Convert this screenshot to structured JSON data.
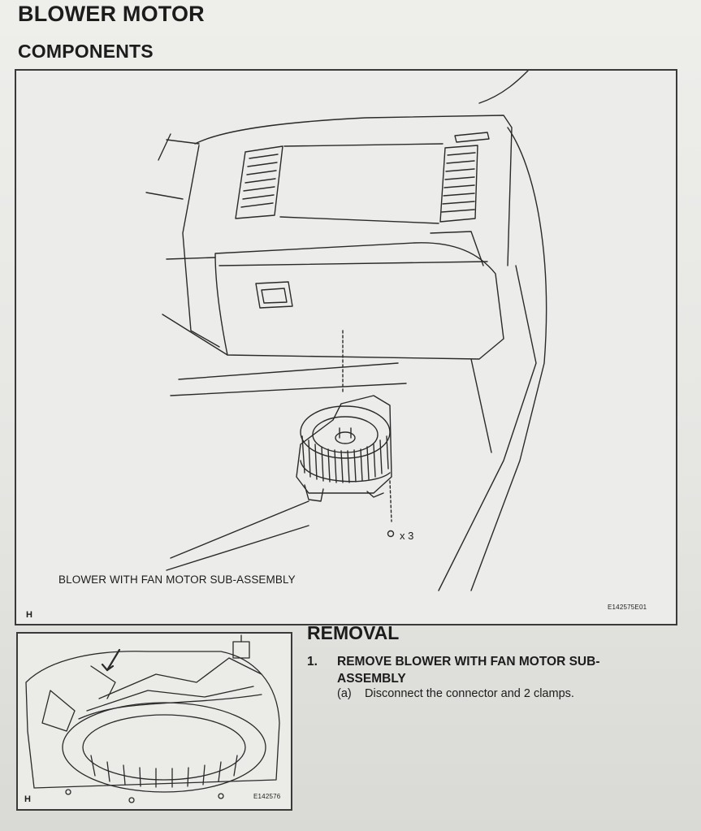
{
  "document": {
    "title": "BLOWER MOTOR",
    "section": "COMPONENTS"
  },
  "components_figure": {
    "part_label": "BLOWER WITH FAN MOTOR SUB-ASSEMBLY",
    "screw_count": "x 3",
    "corner_letter": "H",
    "figure_code": "E142575E01"
  },
  "removal_figure": {
    "corner_letter": "H",
    "figure_code": "E142576"
  },
  "removal": {
    "heading": "REMOVAL",
    "step_number": "1.",
    "step_title": "REMOVE BLOWER WITH FAN MOTOR SUB-ASSEMBLY",
    "substep_letter": "(a)",
    "substep_text": "Disconnect the connector and 2 clamps."
  }
}
